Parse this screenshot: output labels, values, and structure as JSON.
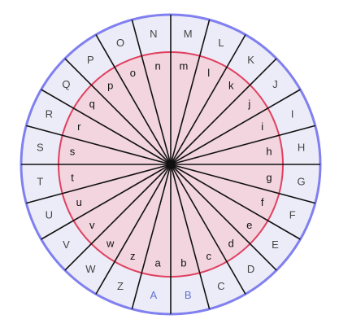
{
  "outer_ring": {
    "letters": [
      "A",
      "B",
      "C",
      "D",
      "E",
      "F",
      "G",
      "H",
      "I",
      "J",
      "K",
      "L",
      "M",
      "N",
      "O",
      "P",
      "Q",
      "R",
      "S",
      "T",
      "U",
      "V",
      "W",
      "Z"
    ],
    "highlighted": [
      "A",
      "B"
    ],
    "fill_color": "#ececf8",
    "border_color": "#8080f0",
    "letter_color": "#444444",
    "highlight_color": "#6070d0"
  },
  "inner_ring": {
    "letters": [
      "a",
      "b",
      "c",
      "d",
      "e",
      "f",
      "g",
      "h",
      "i",
      "j",
      "k",
      "l",
      "m",
      "n",
      "o",
      "p",
      "q",
      "r",
      "s",
      "t",
      "u",
      "v",
      "w",
      "z"
    ],
    "fill_color": "#f2d5de",
    "border_color": "#e04060",
    "letter_color": "#111111"
  },
  "spoke_color": "#111111",
  "hub_color": "#111111"
}
